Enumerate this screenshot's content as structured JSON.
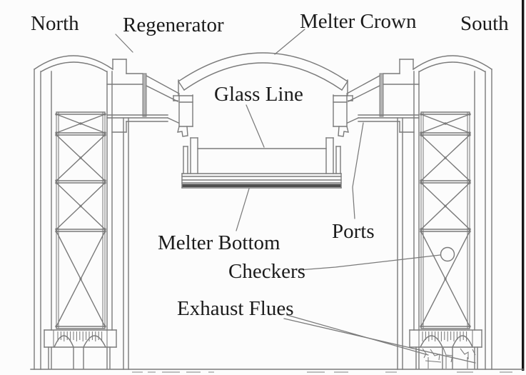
{
  "labels": {
    "north": "North",
    "regenerator": "Regenerator",
    "melter_crown": "Melter Crown",
    "south": "South",
    "glass_line": "Glass Line",
    "melter_bottom": "Melter Bottom",
    "ports": "Ports",
    "checkers": "Checkers",
    "exhaust_flues": "Exhaust Flues"
  },
  "colors": {
    "line": "#7a7a7a",
    "slab_band": "#4f4f4f",
    "wall_shade": "#b3b3b3",
    "text": "#1b1b1b",
    "page_border": "#161616",
    "background": "#fcfcfc"
  }
}
